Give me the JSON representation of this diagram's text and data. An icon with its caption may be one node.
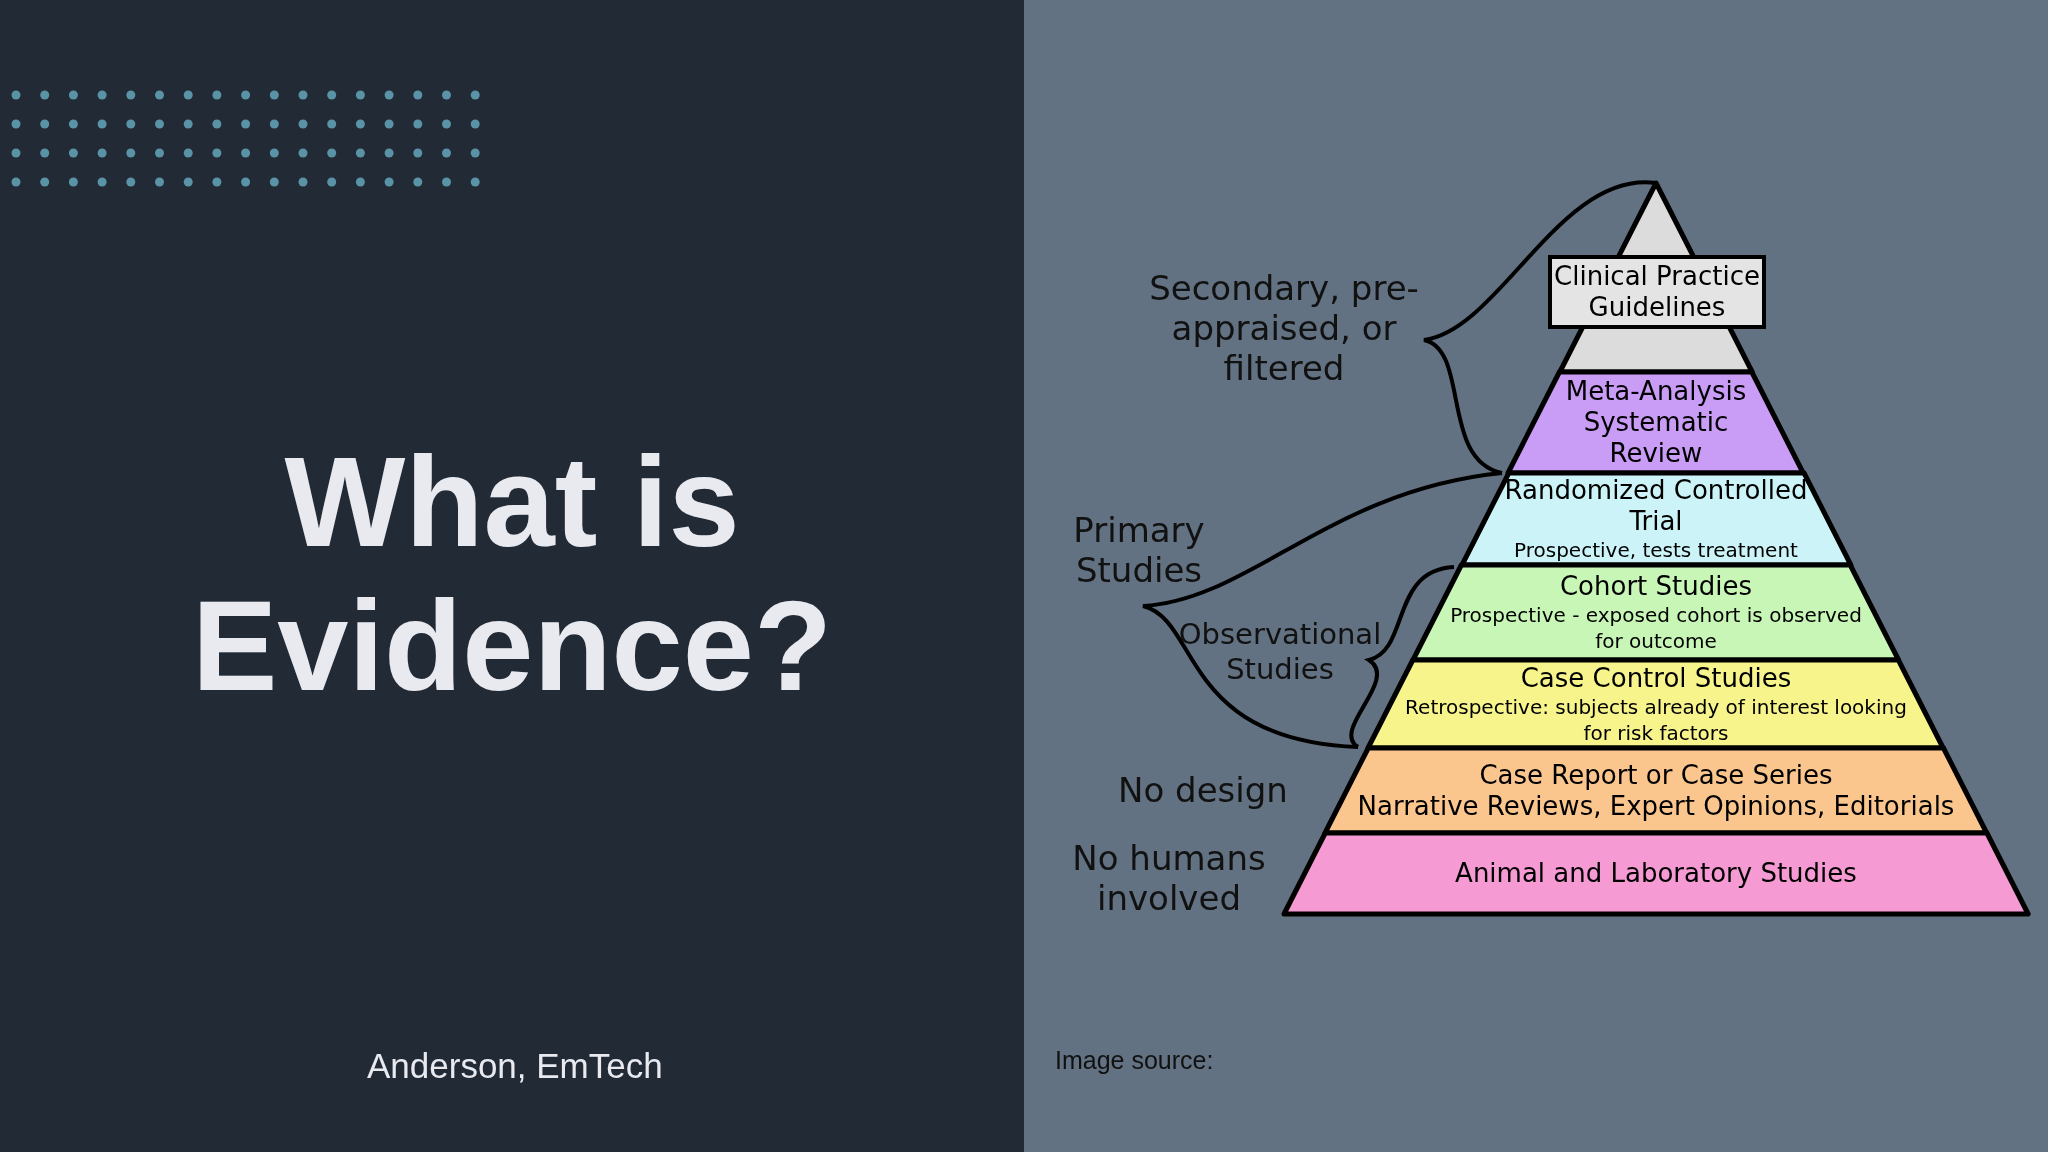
{
  "diagram": {
    "title": "What is Evidence?",
    "nodes": [
      {
        "text": [
          "Clinical Practice Guidelines"
        ]
      },
      {
        "text": [
          "Meta-Analysis Systematic Review"
        ]
      },
      {
        "text": [
          "Randomized Controlled Trial",
          "Prospective, tests treatment"
        ]
      },
      {
        "text": [
          "Cohort Studies",
          "Prospective - exposed cohort is observed for outcome"
        ]
      },
      {
        "text": [
          "Case Control Studies",
          "Retrospective: subjects already of interest looking for risk factors"
        ]
      },
      {
        "text": [
          "Case Report or Case Series",
          "Narrative Reviews, Expert Opinions, Editorials"
        ]
      },
      {
        "text": [
          "Animal and Laboratory Studies"
        ]
      }
    ],
    "edges": [],
    "labels": [
      "Secondary, pre-appraised, or filtered",
      "Primary Studies",
      "Observational Studies",
      "No design",
      "No humans involved",
      "Anderson, EmTech",
      "Image source:"
    ]
  }
}
